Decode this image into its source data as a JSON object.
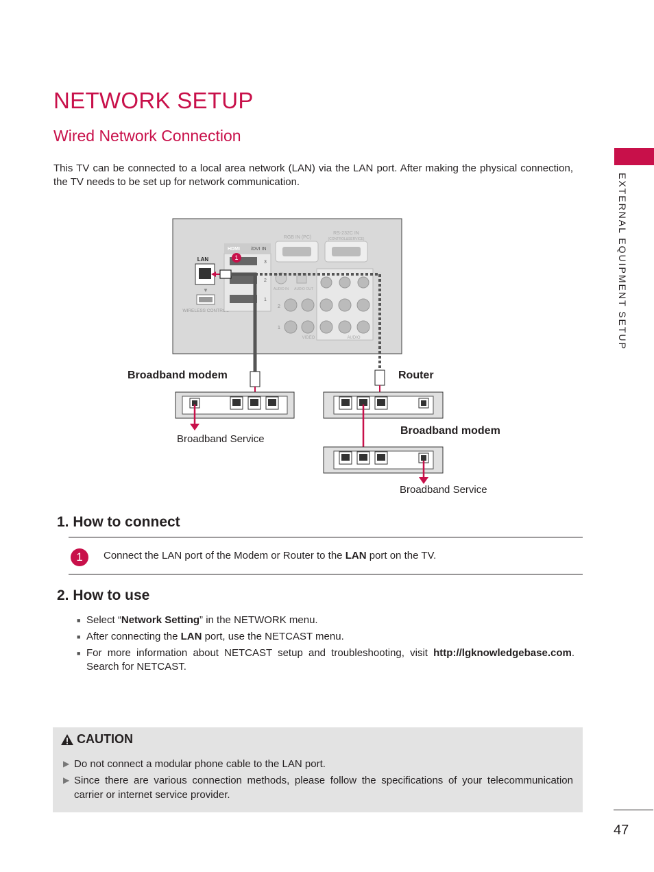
{
  "header": {
    "title": "NETWORK SETUP",
    "subtitle": "Wired Network Connection",
    "intro": "This TV can be connected to a local area network (LAN) via the LAN port. After making the physical connection, the TV needs to be set up for network communication."
  },
  "side_tab": {
    "label": "EXTERNAL EQUIPMENT SETUP"
  },
  "diagram": {
    "lan_label": "LAN",
    "hdmi_label": "/DVI IN",
    "rgb_label": "RGB IN (PC)",
    "rs232_label": "RS-232C IN",
    "rs232_sub": "(CONTROL&SERVICE)",
    "wireless_label": "WIRELESS CONTROL",
    "audio_in": "AUDIO IN",
    "audio_out": "AUDIO OUT",
    "video_label": "VIDEO",
    "audio_label": "AUDIO",
    "callout": "1",
    "broadband_modem_left": "Broadband modem",
    "router": "Router",
    "broadband_modem_right": "Broadband modem",
    "broadband_service_left": "Broadband Service",
    "broadband_service_right": "Broadband Service"
  },
  "connect": {
    "heading": "1. How to connect",
    "step_number": "1",
    "step_text_pre": "Connect the LAN port of the Modem or Router to the ",
    "step_text_bold": "LAN",
    "step_text_post": " port on the TV."
  },
  "use": {
    "heading": "2. How to use",
    "b1_pre": "Select “",
    "b1_bold": "Network Setting",
    "b1_post": "” in the NETWORK menu.",
    "b2_pre": "After connecting the ",
    "b2_bold": "LAN",
    "b2_post": " port, use the NETCAST menu.",
    "b3_pre": "For more information about NETCAST setup and troubleshooting, visit ",
    "b3_bold": "http://lgknowledgebase.com",
    "b3_post": ". Search for NETCAST."
  },
  "caution": {
    "title": "CAUTION",
    "items": [
      "Do not connect a modular phone cable to the LAN port.",
      "Since there are various connection methods, please follow the specifications of your telecommunication carrier or internet service provider."
    ]
  },
  "page_number": "47",
  "colors": {
    "accent": "#c8104a",
    "caution_bg": "#e3e3e3"
  }
}
